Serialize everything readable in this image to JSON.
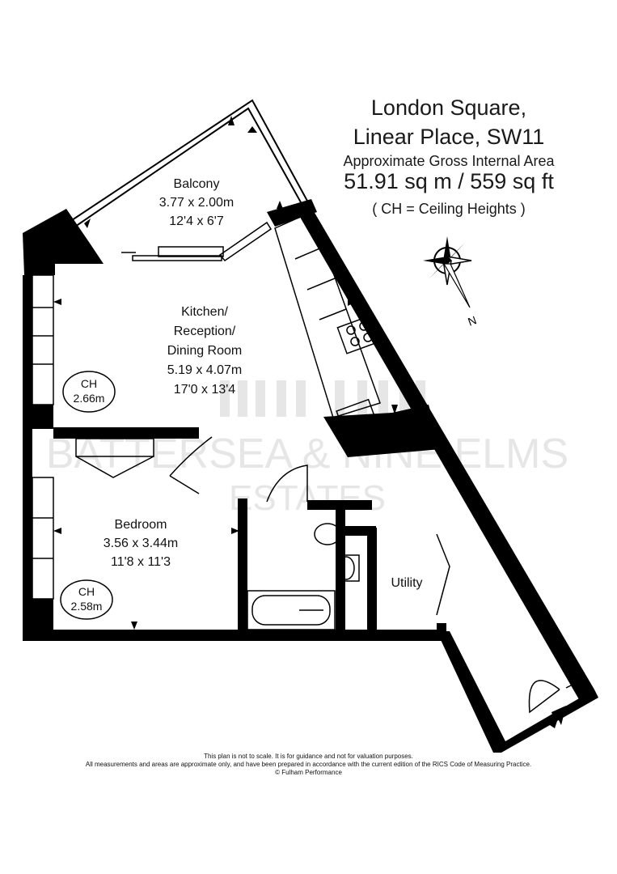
{
  "header": {
    "line1": "London Square,",
    "line2": "Linear Place, SW11",
    "area_caption": "Approximate Gross Internal Area",
    "area_value": "51.91 sq m  /  559 sq ft",
    "ceiling_note": "( CH = Ceiling Heights )"
  },
  "rooms": {
    "balcony": {
      "name": "Balcony",
      "metric": "3.77 x 2.00m",
      "imperial": "12'4 x 6'7"
    },
    "kitchen": {
      "name_1": "Kitchen/",
      "name_2": "Reception/",
      "name_3": "Dining Room",
      "metric": "5.19 x 4.07m",
      "imperial": "17'0 x 13'4"
    },
    "bedroom": {
      "name": "Bedroom",
      "metric": "3.56 x 3.44m",
      "imperial": "11'8 x 11'3"
    },
    "utility": {
      "name": "Utility"
    }
  },
  "ceiling_heights": {
    "label": "CH",
    "kitchen": "2.66m",
    "bedroom": "2.58m"
  },
  "compass": {
    "label": "N"
  },
  "watermark": {
    "line1": "BATTERSEA & NINE ELMS",
    "line2": "ESTATES"
  },
  "footer": {
    "line1": "This plan is not to scale. It is for guidance and not for valuation purposes.",
    "line2": "All measurements and areas are approximate only, and have been prepared in accordance with the current edition of the RICS Code of Measuring Practice.",
    "line3": "© Fulham Performance"
  }
}
